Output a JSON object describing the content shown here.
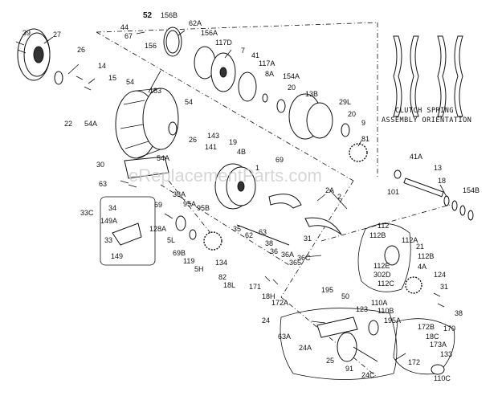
{
  "watermark": "eReplacementParts.com",
  "caption": {
    "line1": "CLUTCH SPRING",
    "line2": "ASSEMBLY ORIENTATION"
  },
  "callouts": {
    "c52": "52",
    "c44": "44",
    "c67": "67",
    "c156B": "156B",
    "c156": "156",
    "c62A": "62A",
    "c156A": "156A",
    "c117D": "117D",
    "c7": "7",
    "c41": "41",
    "c117A": "117A",
    "c8A": "8A",
    "c154A": "154A",
    "c20a": "20",
    "c13B": "13B",
    "c29L": "29L",
    "c20b": "20",
    "c9": "9",
    "c81": "81",
    "c39": "39",
    "c27": "27",
    "c26a": "26",
    "c14": "14",
    "c15": "15",
    "c54a": "54",
    "c183": "183",
    "c54b": "54",
    "c22": "22",
    "c54Aa": "54A",
    "c26b": "26",
    "c143": "143",
    "c19": "19",
    "c141": "141",
    "c4B": "4B",
    "c54Ab": "54A",
    "c30": "30",
    "c63": "63",
    "c69a": "69",
    "c1": "1",
    "c2A": "2A",
    "c2": "2",
    "c41A": "41A",
    "c13": "13",
    "c101": "101",
    "c18": "18",
    "c154B": "154B",
    "c33C": "33C",
    "c34": "34",
    "c149A": "149A",
    "c33": "33",
    "c149": "149",
    "c38A": "38A",
    "c95A": "95A",
    "c95B": "95B",
    "c69b": "69",
    "c128A": "128A",
    "c5L": "5L",
    "c69B": "69B",
    "c119": "119",
    "c5H": "5H",
    "c35": "35",
    "c62": "62",
    "c63A_top": "63",
    "c38": "38",
    "c36": "36",
    "c36A": "36A",
    "c365": "365",
    "c36C": "36C",
    "c134": "134",
    "c82": "82",
    "c18L": "18L",
    "c171": "171",
    "c18H": "18H",
    "c172A": "172A",
    "c31a": "31",
    "c112": "112",
    "c112B": "112B",
    "c112A": "112A",
    "c21": "21",
    "c112Bb": "112B",
    "c112E": "112E",
    "c302D": "302D",
    "c112C": "112C",
    "c4A": "4A",
    "c124": "124",
    "c31b": "31",
    "c38b": "38",
    "c195": "195",
    "c50": "50",
    "c123": "123",
    "c110A": "110A",
    "c110B": "110B",
    "c195A": "195A",
    "c172B": "172B",
    "c170": "170",
    "c18C": "18C",
    "c173A": "173A",
    "c133": "133",
    "c172": "172",
    "c110C": "110C",
    "c24": "24",
    "c63A": "63A",
    "c24A": "24A",
    "c25": "25",
    "c91": "91",
    "c24C": "24C"
  }
}
